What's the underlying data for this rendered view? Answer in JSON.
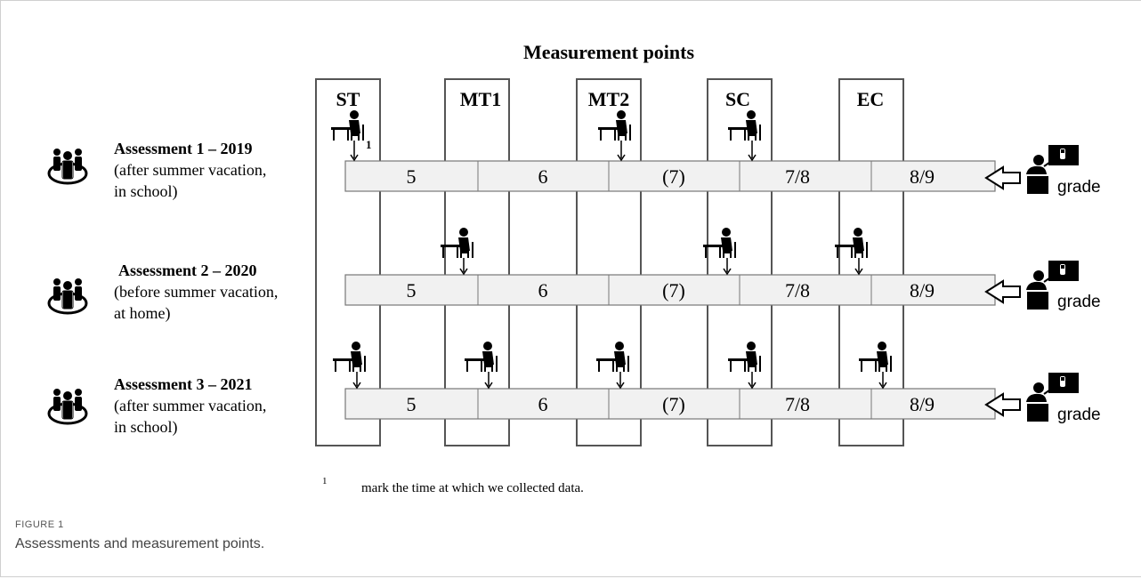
{
  "title": "Measurement points",
  "columns": [
    "ST",
    "MT1",
    "MT2",
    "SC",
    "EC"
  ],
  "assessments": [
    {
      "heading": "Assessment 1 – 2019",
      "line1": "(after summer vacation,",
      "line2": "in school)",
      "collected": [
        "ST",
        "MT2",
        "SC"
      ]
    },
    {
      "heading": "Assessment 2 – 2020",
      "line1": "(before summer vacation,",
      "line2": "at home)",
      "collected": [
        "MT1",
        "SC",
        "EC"
      ]
    },
    {
      "heading": "Assessment 3 – 2021",
      "line1": "(after summer vacation,",
      "line2": "in school)",
      "collected": [
        "ST",
        "MT1",
        "MT2",
        "SC",
        "EC"
      ]
    }
  ],
  "grade_cells": [
    "5",
    "6",
    "(7)",
    "7/8",
    "8/9"
  ],
  "grade_label": "grade",
  "footnote_marker": "1",
  "footnote_text": "mark the time at which we collected data.",
  "caption_label": "FIGURE 1",
  "caption_text": "Assessments and measurement points.",
  "icons": {
    "group": "group-people-icon",
    "student": "student-at-desk-icon",
    "teacher": "teacher-at-board-icon",
    "arrow": "left-arrow-icon"
  }
}
